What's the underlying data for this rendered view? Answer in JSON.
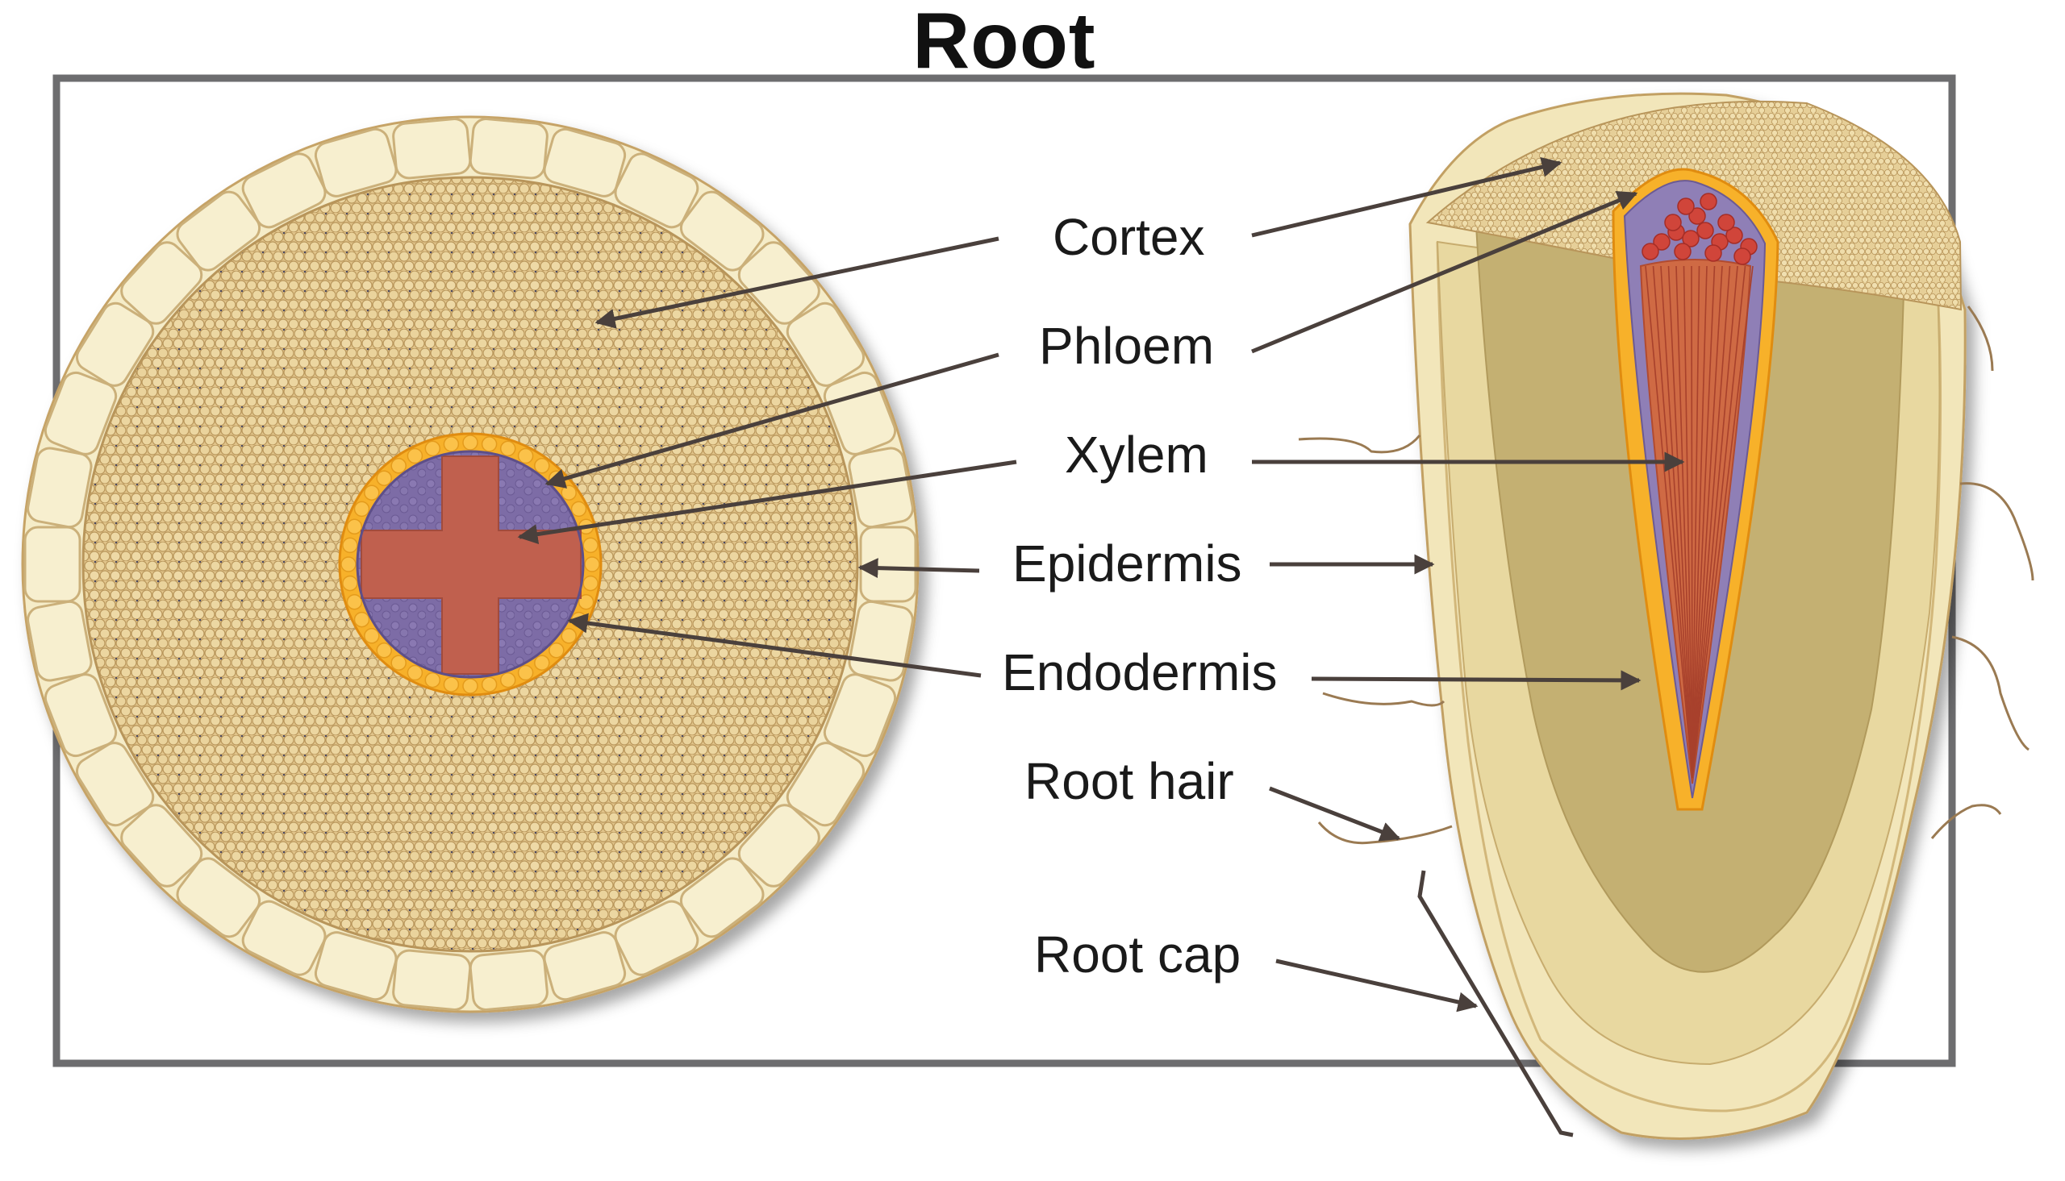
{
  "title": "Root",
  "labels": {
    "cortex": "Cortex",
    "phloem": "Phloem",
    "xylem": "Xylem",
    "epidermis": "Epidermis",
    "endodermis": "Endodermis",
    "root_hair": "Root hair",
    "root_cap": "Root cap"
  },
  "colors": {
    "frame": "#6d6d6f",
    "epidermis": "#f5ecc8",
    "cortex": "#e4c98c",
    "cortex_cell_edge": "#b8955a",
    "endodermis": "#f7b12a",
    "phloem": "#8070a8",
    "xylem": "#c0604e",
    "stele_inner": "#c4b072",
    "arrow": "#4a403c"
  }
}
